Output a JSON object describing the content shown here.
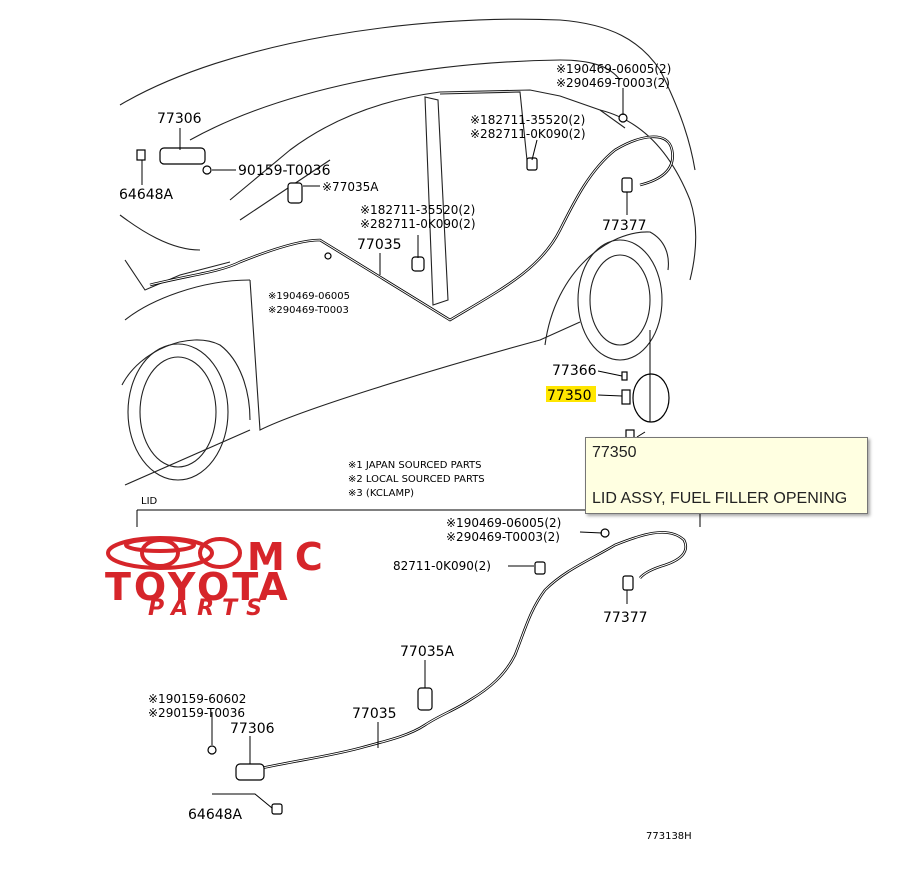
{
  "top_view": {
    "callouts": {
      "c77306": "77306",
      "c64648a": "64648A",
      "c90159": "90159-T0036",
      "c77035a": "※77035A",
      "c77035": "77035",
      "c82711_a1": "※182711-35520(2)",
      "c82711_a2": "※282711-0K090(2)",
      "c82711_b1": "※182711-35520(2)",
      "c82711_b2": "※282711-0K090(2)",
      "c90469_a1": "※190469-06005(2)",
      "c90469_a2": "※290469-T0003(2)",
      "c90469_b1": "※190469-06005",
      "c90469_b2": "※290469-T0003",
      "c77377": "77377",
      "c77366": "77366",
      "c77350": "77350"
    }
  },
  "notes": {
    "n1": "※1 JAPAN SOURCED PARTS",
    "n2": "※2 LOCAL SOURCED PARTS",
    "n3": "※3 (KCLAMP)",
    "lid": "LID"
  },
  "bottom_view": {
    "callouts": {
      "b90469_1": "※190469-06005(2)",
      "b90469_2": "※290469-T0003(2)",
      "b82711": "82711-0K090(2)",
      "b77377": "77377",
      "b77035a": "77035A",
      "b90159_1": "※190159-60602",
      "b90159_2": "※290159-T0036",
      "b77306": "77306",
      "b77035": "77035",
      "b64648a": "64648A"
    },
    "figure_id": "773138H"
  },
  "logo": {
    "mc": "MC",
    "toyota": "TOYOTA",
    "parts": "PARTS",
    "color": "#d6252a"
  },
  "tooltip": {
    "code": "77350",
    "name": "LID ASSY, FUEL FILLER OPENING"
  },
  "highlight_color": "#ffe600"
}
